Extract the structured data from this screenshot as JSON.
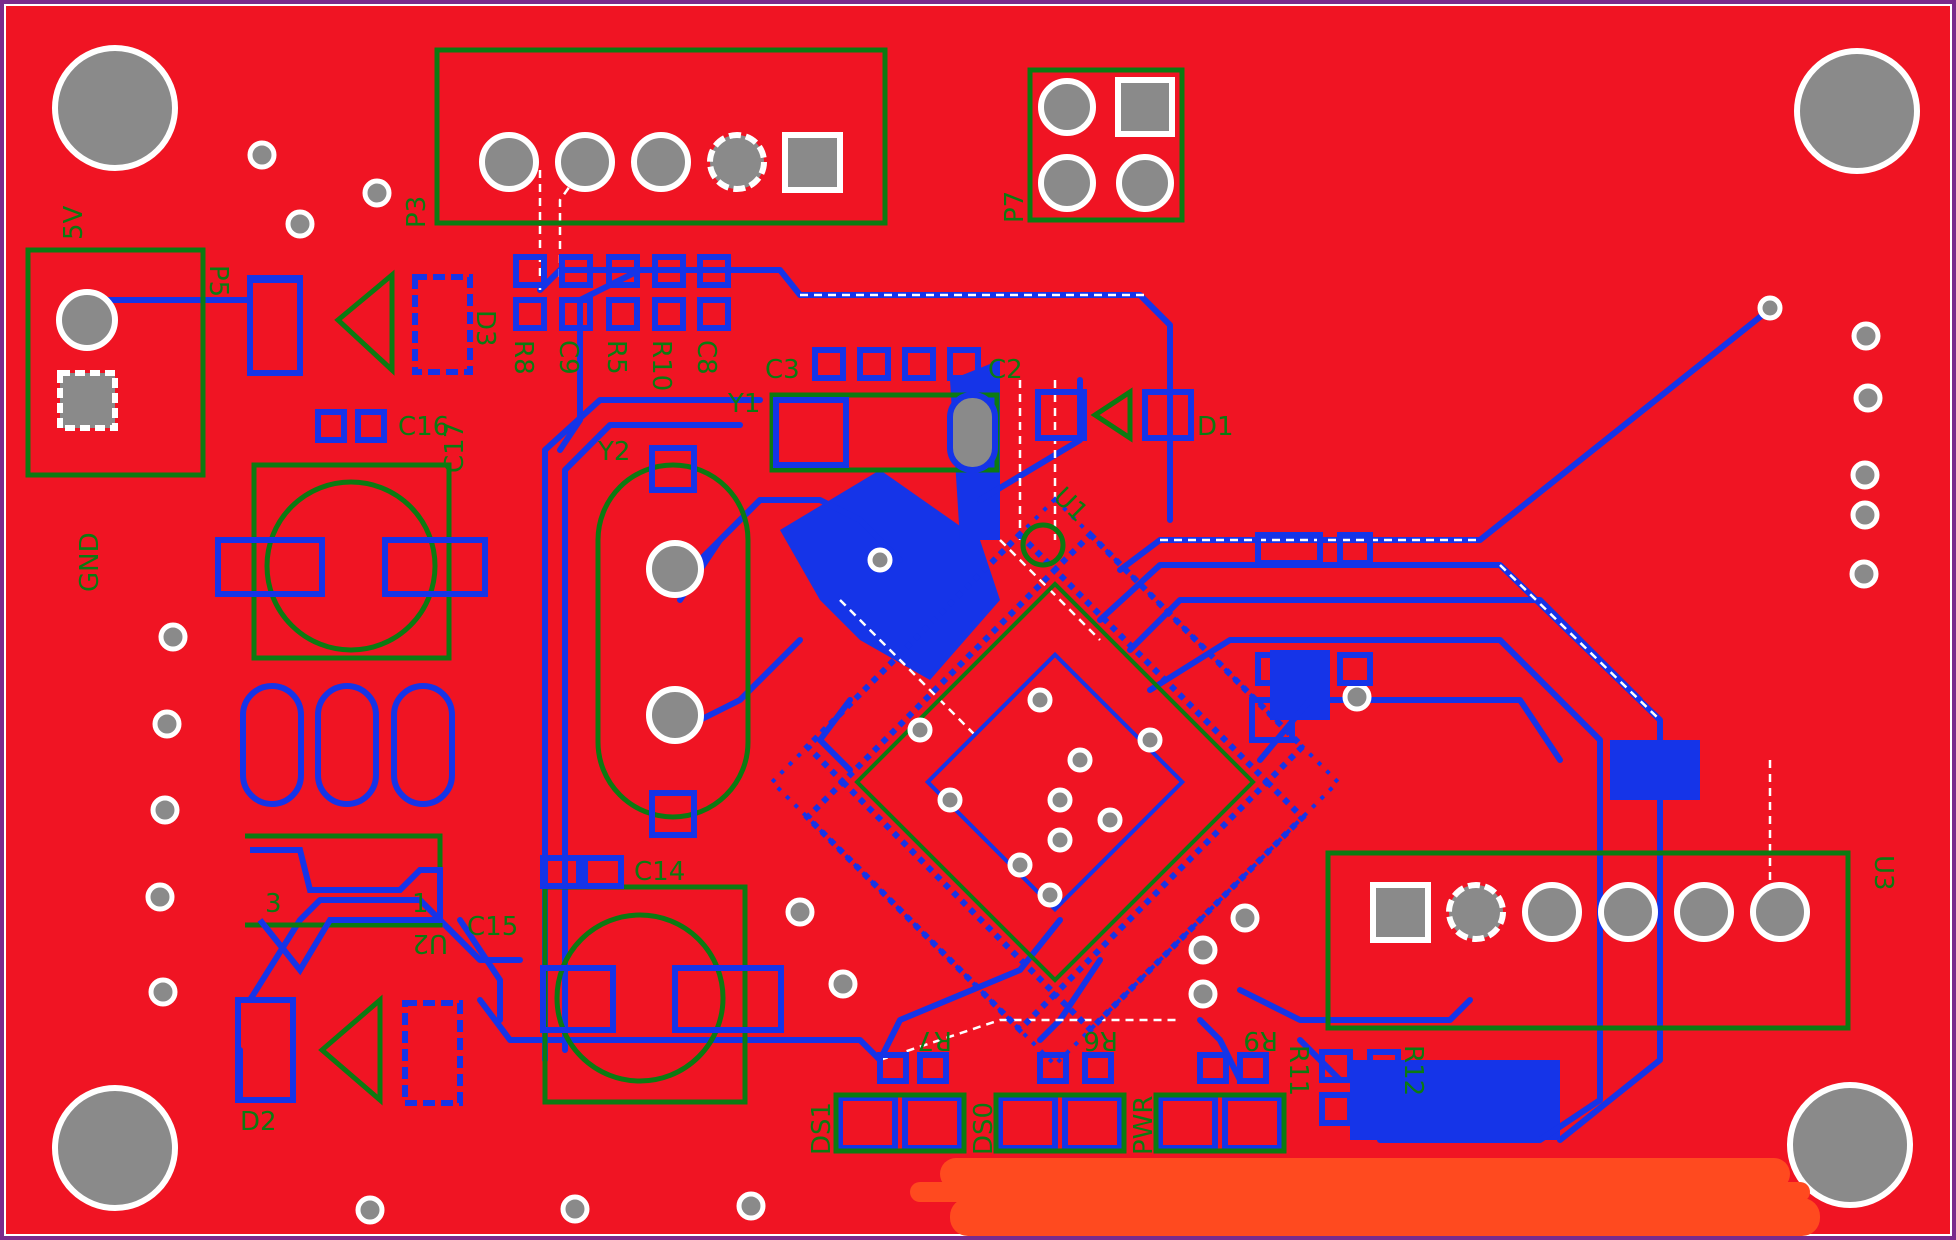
{
  "board": {
    "colors": {
      "top_copper": "#f01423",
      "bottom_copper": "#1534e8",
      "silkscreen": "#0c7a12",
      "hole": "#8a8a8a",
      "board_edge": "#7a2b8c",
      "overlay_strip": "#ff4a1f"
    }
  },
  "labels": {
    "p5v": "5V",
    "gnd": "GND",
    "p5": "P5",
    "d3": "D3",
    "p3": "P3",
    "p7": "P7",
    "c16": "C16",
    "c17": "C17",
    "r8": "R8",
    "c9": "C9",
    "r5": "R5",
    "r10": "R10",
    "c8": "C8",
    "c3": "C3",
    "c2": "C2",
    "y1": "Y1",
    "d1": "D1",
    "y2": "Y2",
    "u1": "U1",
    "c14": "C14",
    "c15": "C15",
    "u2": "U2",
    "d2": "D2",
    "r7": "R7",
    "r6": "R6",
    "r9": "R9",
    "r11": "R11",
    "r12": "R12",
    "ds1": "DS1",
    "ds0": "DS0",
    "pwr": "PWR",
    "u3": "U3",
    "u2_pin_left": "3",
    "u2_pin_right": "1"
  }
}
